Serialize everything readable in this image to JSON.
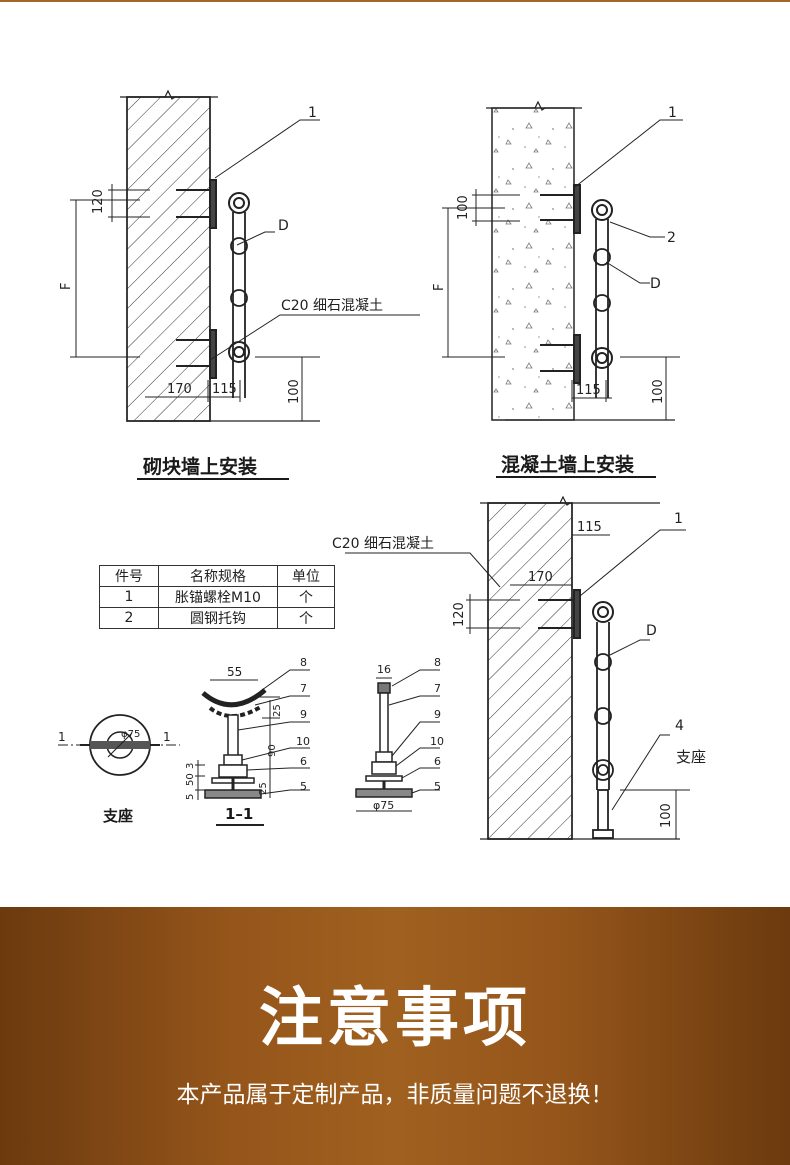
{
  "captions": {
    "block_wall": "砌块墙上安装",
    "concrete_wall": "混凝土墙上安装",
    "support_base": "支座",
    "section_1_1": "1–1"
  },
  "labels": {
    "tag_1": "1",
    "tag_2": "2",
    "tag_4": "4",
    "tag_D": "D",
    "F": "F",
    "concrete_note": "C20 细石混凝土",
    "support_label": "支座",
    "dim_120": "120",
    "dim_100": "100",
    "dim_170": "170",
    "dim_115": "115",
    "dim_55": "55",
    "dim_16": "16",
    "dim_phi75": "φ75",
    "dim_phi75_plan": "φ75",
    "dim_25a": "25",
    "dim_25b": "25",
    "dim_90": "90",
    "dim_50": "50",
    "dim_3": "3",
    "dim_5": "5",
    "section_mark": "1",
    "part_5": "5",
    "part_6": "6",
    "part_7": "7",
    "part_8": "8",
    "part_9": "9",
    "part_10": "10"
  },
  "parts_table": {
    "headers": [
      "件号",
      "名称规格",
      "单位"
    ],
    "rows": [
      [
        "1",
        "胀锚螺栓M10",
        "个"
      ],
      [
        "2",
        "圆钢托钩",
        "个"
      ]
    ]
  },
  "banner": {
    "title": "注意事项",
    "subtitle": "本产品属于定制产品，非质量问题不退换！"
  },
  "colors": {
    "banner_dark": "#6b3a0e",
    "banner_mid": "#a0601f",
    "line": "#222222"
  }
}
